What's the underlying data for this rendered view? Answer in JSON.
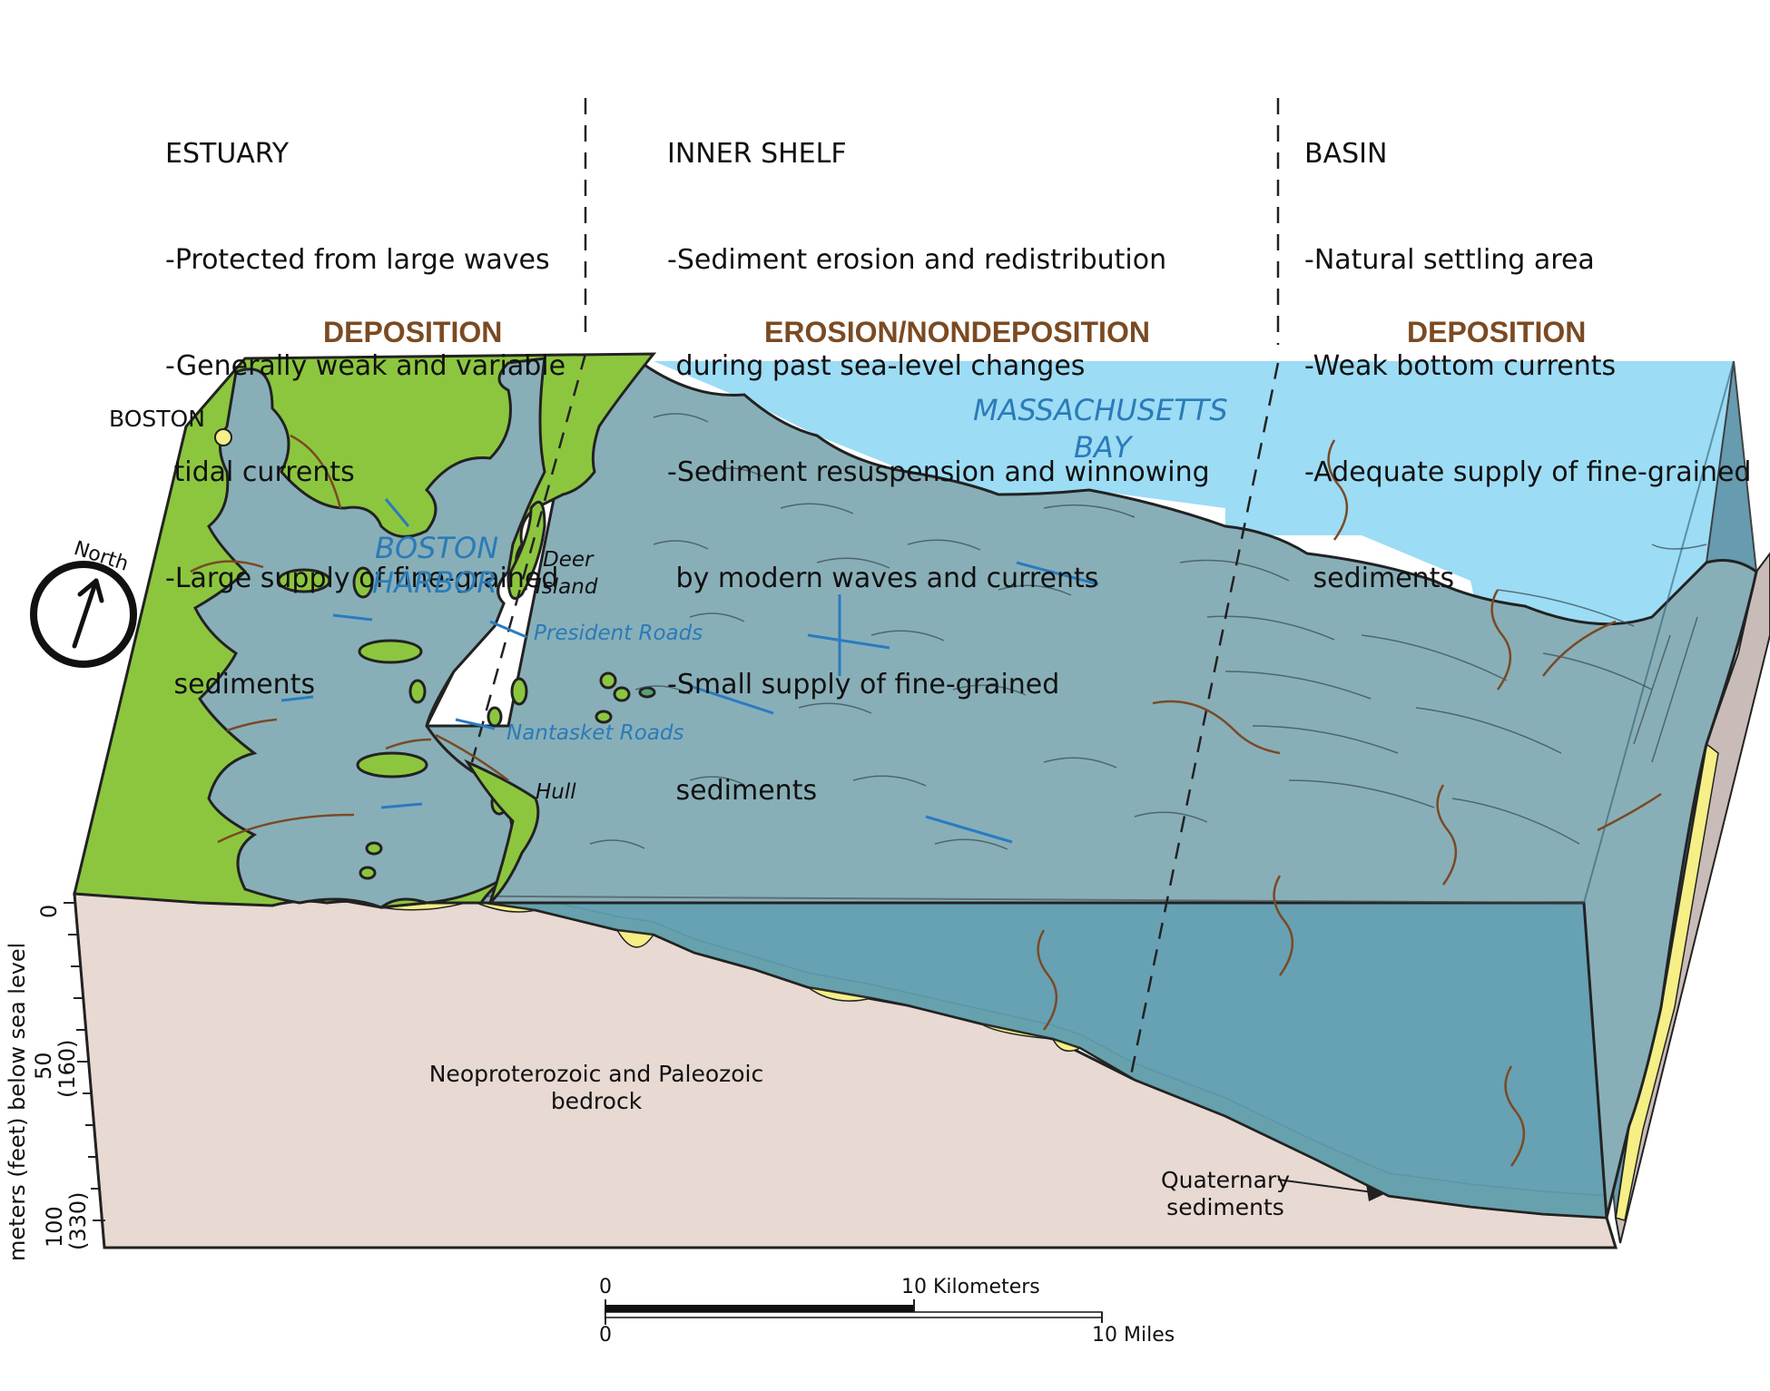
{
  "zones": {
    "estuary": {
      "title": "ESTUARY",
      "lines": [
        "-Protected from large waves",
        "-Generally weak and variable",
        " tidal currents",
        "-Large supply of fine-grained",
        " sediments"
      ],
      "process": "DEPOSITION"
    },
    "inner_shelf": {
      "title": "INNER SHELF",
      "lines": [
        "-Sediment erosion and redistribution",
        " during past sea-level changes",
        "-Sediment resuspension and winnowing",
        " by modern waves and currents",
        "-Small supply of fine-grained",
        " sediments"
      ],
      "process": "EROSION/NONDEPOSITION"
    },
    "basin": {
      "title": "BASIN",
      "lines": [
        "-Natural settling area",
        "-Weak bottom currents",
        "-Adequate supply of fine-grained",
        " sediments"
      ],
      "process": "DEPOSITION"
    }
  },
  "places": {
    "boston": "BOSTON",
    "boston_harbor_line1": "BOSTON",
    "boston_harbor_line2": "HARBOR",
    "massachusetts_bay_line1": "MASSACHUSETTS",
    "massachusetts_bay_line2": "BAY",
    "deer_island_line1": "Deer",
    "deer_island_line2": "Island",
    "president_roads": "President Roads",
    "nantasket_roads": "Nantasket Roads",
    "hull": "Hull"
  },
  "north_arrow": {
    "label": "North",
    "icon": "north-arrow-icon"
  },
  "cross_section": {
    "bedrock_line1": "Neoproterozoic and Paleozoic",
    "bedrock_line2": "bedrock",
    "sediments_line1": "Quaternary",
    "sediments_line2": "sediments"
  },
  "depth_axis": {
    "label": "meters (feet) below sea level",
    "ticks": [
      {
        "m": "0",
        "ft": ""
      },
      {
        "m": "50",
        "ft": "(160)"
      },
      {
        "m": "100",
        "ft": "(330)"
      }
    ]
  },
  "scale_bar": {
    "km_zero": "0",
    "km_label": "10 Kilometers",
    "mi_zero": "0",
    "mi_label": "10 Miles"
  },
  "colors": {
    "land": "#8cc63f",
    "seafloor": "#88afb8",
    "water_surface": "#9cdcf5",
    "water_body": "#5f9db0",
    "bedrock": "#e8d9d2",
    "sediment": "#f5ef86",
    "process_label": "#7b4a22",
    "current_arrow": "#2a7bc0",
    "settling_arrow": "#7a4a24",
    "place_label": "#2a7bb8"
  }
}
